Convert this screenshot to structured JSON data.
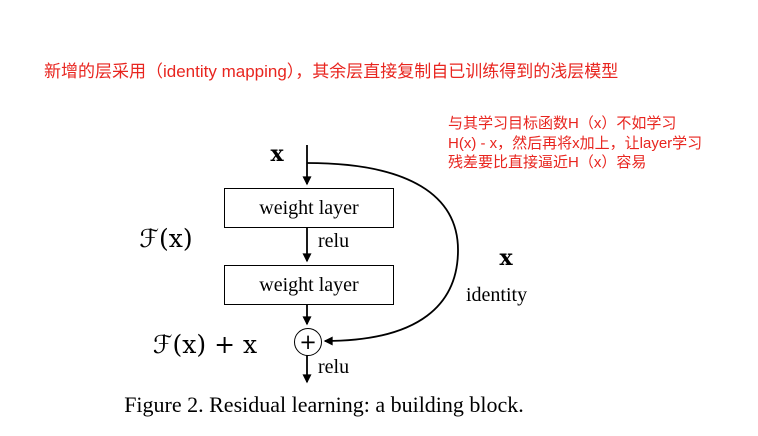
{
  "annotations": {
    "accent_color": "#e8251f",
    "top_note": "新增的层采用（identity mapping），其余层直接复制自已训练得到的浅层模型",
    "side_note_line1": "与其学习目标函数H（x）不如学习",
    "side_note_line2": "H(x) - x，然后再将x加上，让layer学习",
    "side_note_line3": "残差要比直接逼近H（x）容易"
  },
  "diagram": {
    "input_label": "x",
    "weight_layer_top": "weight layer",
    "relu_mid": "relu",
    "weight_layer_bottom": "weight layer",
    "relu_bottom": "relu",
    "residual_label": "ℱ(x)",
    "sum_label": "ℱ(x) + x",
    "plus_sign": "+",
    "skip_x_label": "x",
    "identity_label": "identity"
  },
  "caption": "Figure 2. Residual learning: a building block."
}
